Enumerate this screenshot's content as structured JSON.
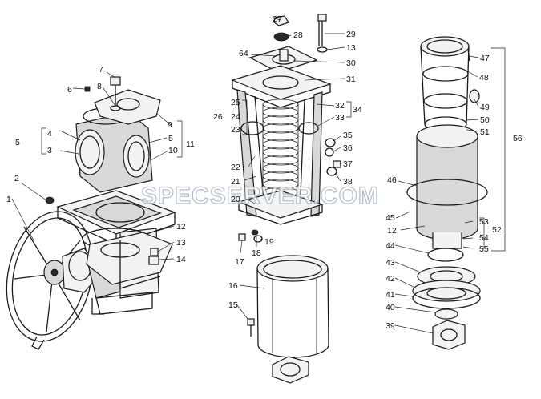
{
  "watermark": "SPECSERVER.COM",
  "labels": {
    "l1": "1",
    "l2": "2",
    "l3": "3",
    "l4": "4",
    "l5": "5",
    "l5b": "5",
    "l6": "6",
    "l7": "7",
    "l8": "8",
    "l9": "9",
    "l10": "10",
    "l11": "11",
    "l12": "12",
    "l12b": "12",
    "l13": "13",
    "l13b": "13",
    "l14": "14",
    "l15": "15",
    "l16": "16",
    "l17": "17",
    "l18": "18",
    "l19": "19",
    "l20": "20",
    "l21": "21",
    "l22": "22",
    "l23": "23",
    "l24": "24",
    "l25": "25",
    "l26": "26",
    "l27": "27",
    "l28": "28",
    "l29": "29",
    "l30": "30",
    "l31": "31",
    "l32": "32",
    "l33": "33",
    "l34": "34",
    "l35": "35",
    "l36": "36",
    "l37": "37",
    "l38": "38",
    "l39": "39",
    "l40": "40",
    "l41": "41",
    "l42": "42",
    "l43": "43",
    "l44": "44",
    "l45": "45",
    "l46": "46",
    "l47": "47",
    "l48": "48",
    "l49": "49",
    "l50": "50",
    "l51": "51",
    "l52": "52",
    "l53": "53",
    "l54": "54",
    "l55": "55",
    "l56": "56",
    "l64": "64"
  }
}
